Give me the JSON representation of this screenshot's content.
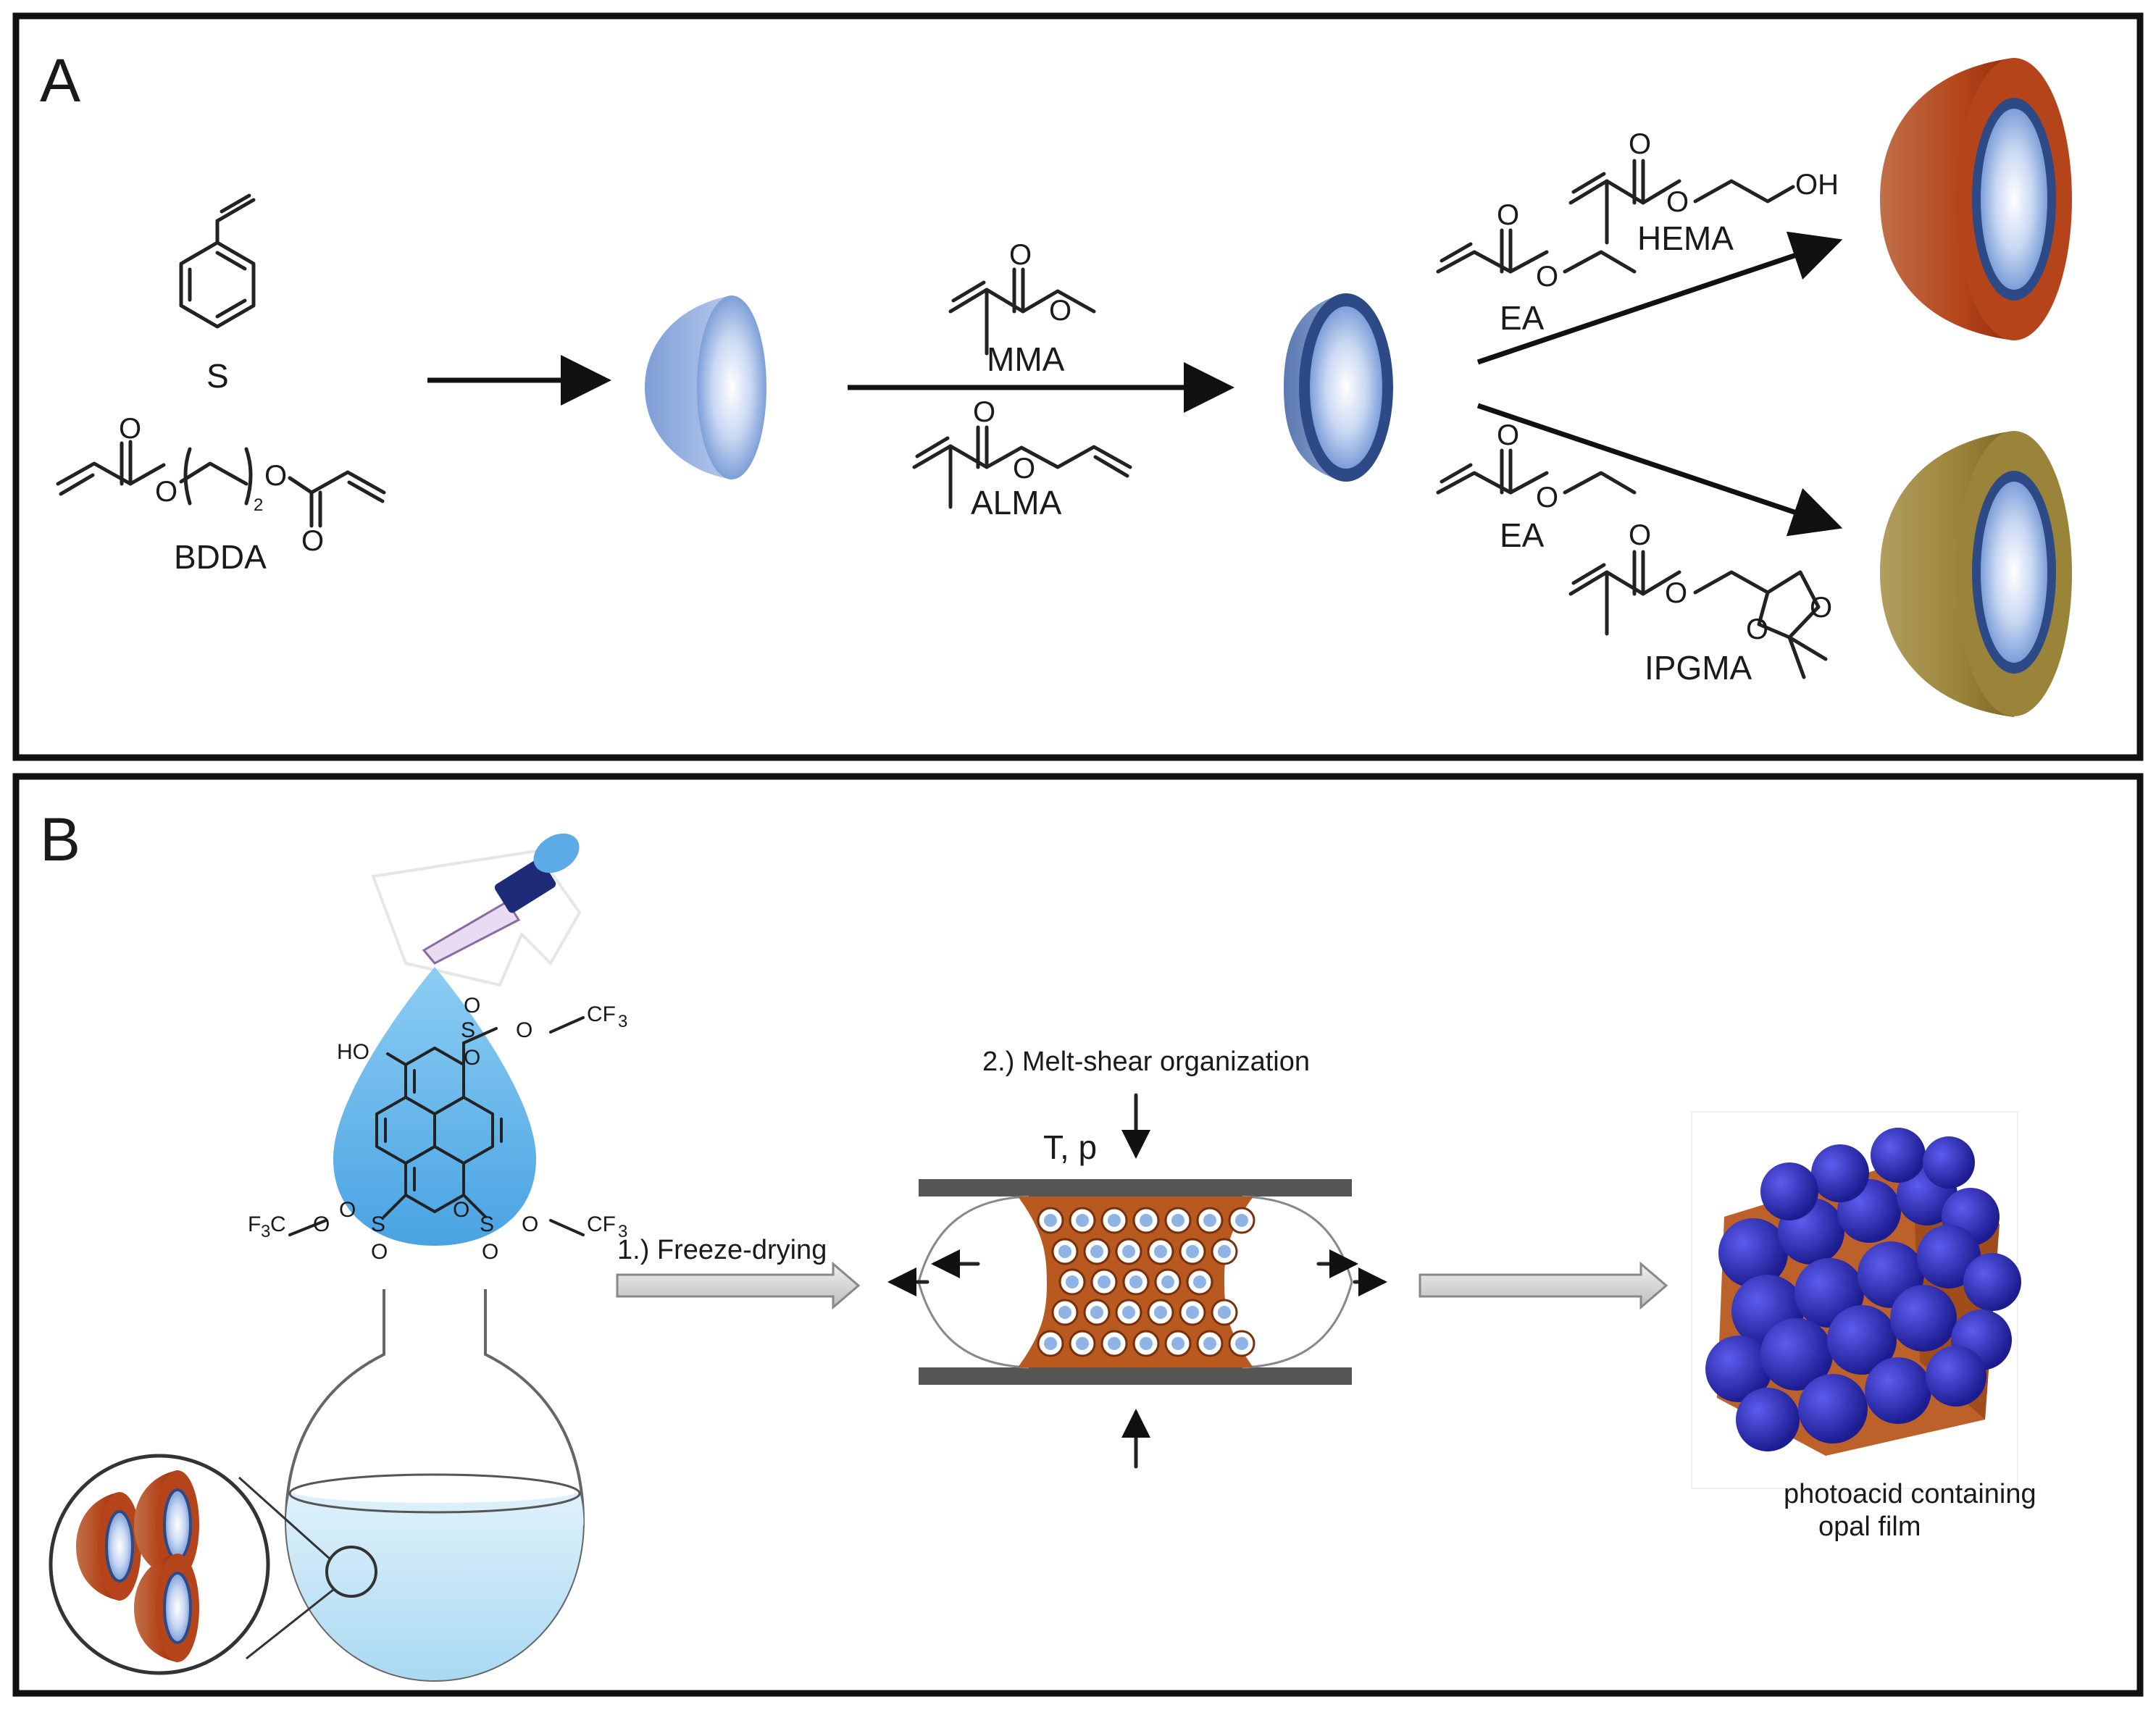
{
  "panel_a": {
    "letter": "A",
    "monomers": {
      "styrene": "S",
      "bdda": "BDDA",
      "mma": "MMA",
      "alma": "ALMA",
      "ea_top": "EA",
      "hema": "HEMA",
      "ea_bottom": "EA",
      "ipgma": "IPGMA"
    },
    "atoms": {
      "oxygen": "O",
      "hydroxyl": "OH",
      "repeat_subscript": "2"
    }
  },
  "panel_b": {
    "letter": "B",
    "step1": "1.) Freeze-drying",
    "step2": "2.) Melt-shear organization",
    "conditions": "T, p",
    "product_line1": "photoacid containing",
    "product_line2": "opal film",
    "photoacid_atoms": {
      "hydroxy": "HO",
      "sulfur": "S",
      "oxygen": "O",
      "cf3": "CF",
      "f3c": "F",
      "subscript_3": "3",
      "c": "C"
    }
  },
  "colors": {
    "core_blue": "#9ab4e2",
    "shell_dark_blue": "#2d4a86",
    "shell_orange": "#b54a1c",
    "shell_olive": "#a08a3e",
    "opal_sphere": "#2525a8",
    "matrix_orange": "#b8591f",
    "drop_blue": "#5fb0e8"
  },
  "icons": [
    "arrow-icon",
    "pipette-icon",
    "flask-icon",
    "press-plate-icon"
  ]
}
